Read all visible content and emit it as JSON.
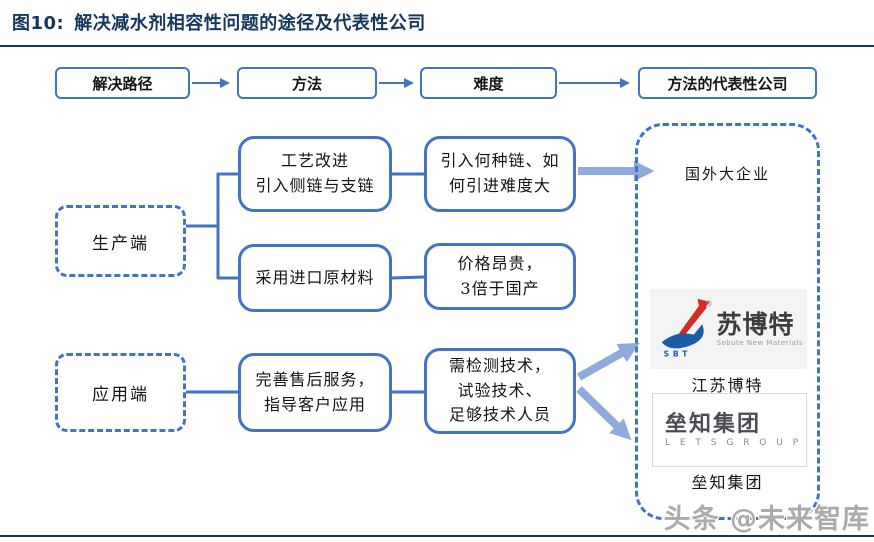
{
  "title": {
    "prefix": "图10:",
    "text": "解决减水剂相容性问题的途径及代表性公司"
  },
  "header": {
    "columns": [
      {
        "label": "解决路径"
      },
      {
        "label": "方法"
      },
      {
        "label": "难度"
      },
      {
        "label": "方法的代表性公司"
      }
    ]
  },
  "flow": {
    "sources": [
      {
        "label": "生产端"
      },
      {
        "label": "应用端"
      }
    ],
    "methods": [
      {
        "label": "工艺改进\n引入侧链与支链"
      },
      {
        "label": "采用进口原材料"
      },
      {
        "label": "完善售后服务，\n指导客户应用"
      }
    ],
    "difficulties": [
      {
        "label": "引入何种链、如\n何引进难度大"
      },
      {
        "label": "价格昂贵，\n3倍于国产"
      },
      {
        "label": "需检测技术，\n试验技术、\n足够技术人员"
      }
    ]
  },
  "companies": {
    "foreign_label": "国外大企业",
    "sbt": {
      "letters": "S B T",
      "reg_mark": "®",
      "name_cn": "苏博特",
      "name_en": "Sobute New Materials",
      "caption": "江苏博特"
    },
    "lets": {
      "name_cn": "垒知集团",
      "name_en": "L E T S    G R O U P",
      "caption": "垒知集团"
    }
  },
  "watermark": "头条 @未来智库",
  "colors": {
    "box_border": "#4472C4",
    "thick_arrow": "#8FAADC",
    "title_navy": "#17365D",
    "sbt_red": "#D42B22",
    "sbt_blue": "#1A5CA8",
    "lets_blue": "#1E88D2"
  }
}
